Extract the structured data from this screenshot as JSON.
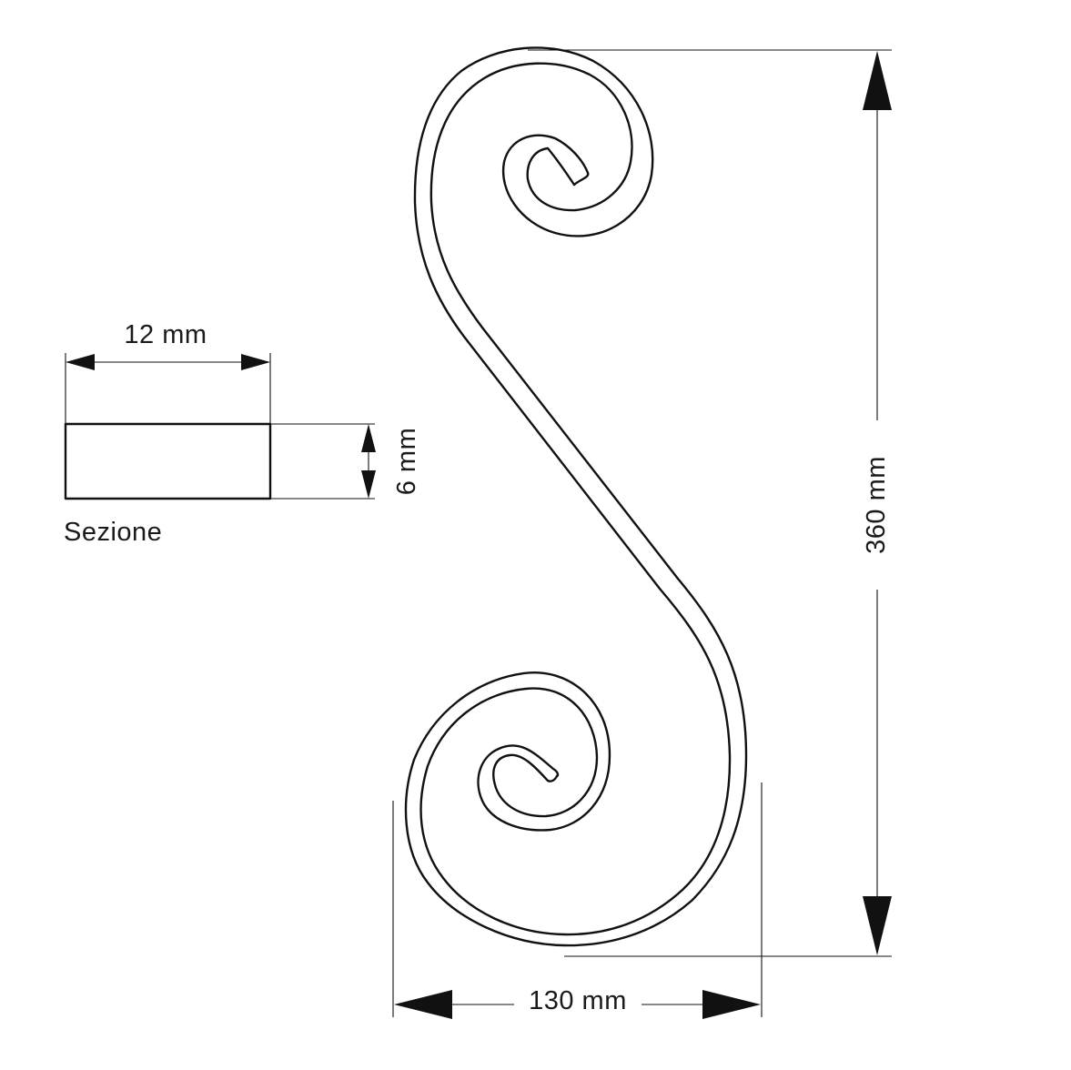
{
  "section": {
    "width_label": "12 mm",
    "height_label": "6 mm",
    "caption": "Sezione"
  },
  "scroll": {
    "height_label": "360 mm",
    "width_label": "130 mm"
  }
}
